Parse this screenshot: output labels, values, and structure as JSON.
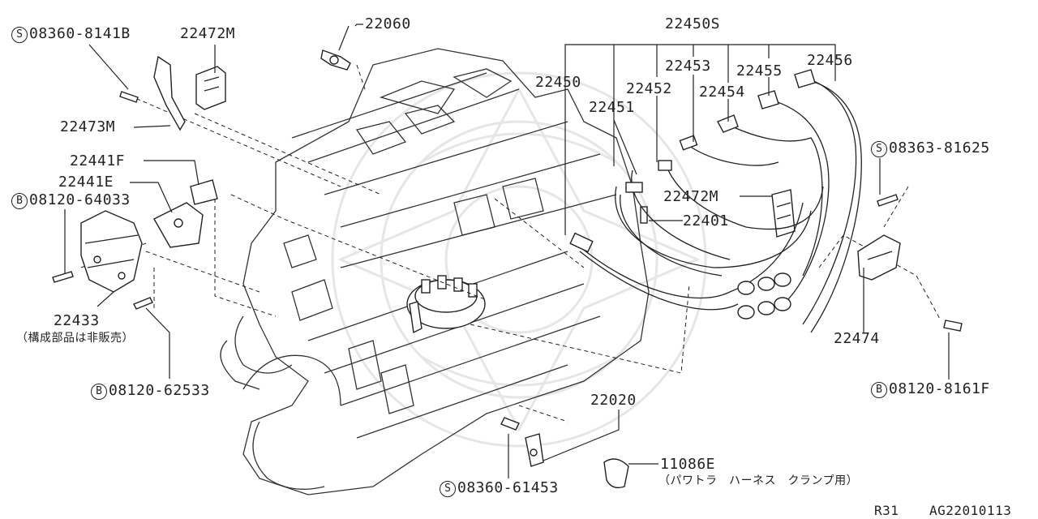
{
  "diagram": {
    "labels": {
      "s_08360_8141B": "08360-8141B",
      "p_22472M_top": "22472M",
      "p_22060": "22060",
      "p_22450S": "22450S",
      "p_22453": "22453",
      "p_22455": "22455",
      "p_22456": "22456",
      "p_22450": "22450",
      "p_22452": "22452",
      "p_22451": "22451",
      "p_22454": "22454",
      "p_22473M": "22473M",
      "s_08363_81625": "08363-81625",
      "p_22441F": "22441F",
      "p_22441E": "22441E",
      "b_08120_64033": "08120-64033",
      "p_22472M_mid": "22472M",
      "p_22401": "22401",
      "p_22433": "22433",
      "note_22433": "（構成部品は非販売）",
      "p_22474": "22474",
      "b_08120_62533": "08120-62533",
      "b_08120_8161F": "08120-8161F",
      "p_22020": "22020",
      "p_11086E": "11086E",
      "note_11086E": "（パワトラ　ハーネス　クランプ用）",
      "s_08360_61453": "08360-61453"
    },
    "symbols": {
      "s": "S",
      "b": "B"
    },
    "footer": {
      "model": "R31",
      "code": "AG22010113"
    }
  }
}
